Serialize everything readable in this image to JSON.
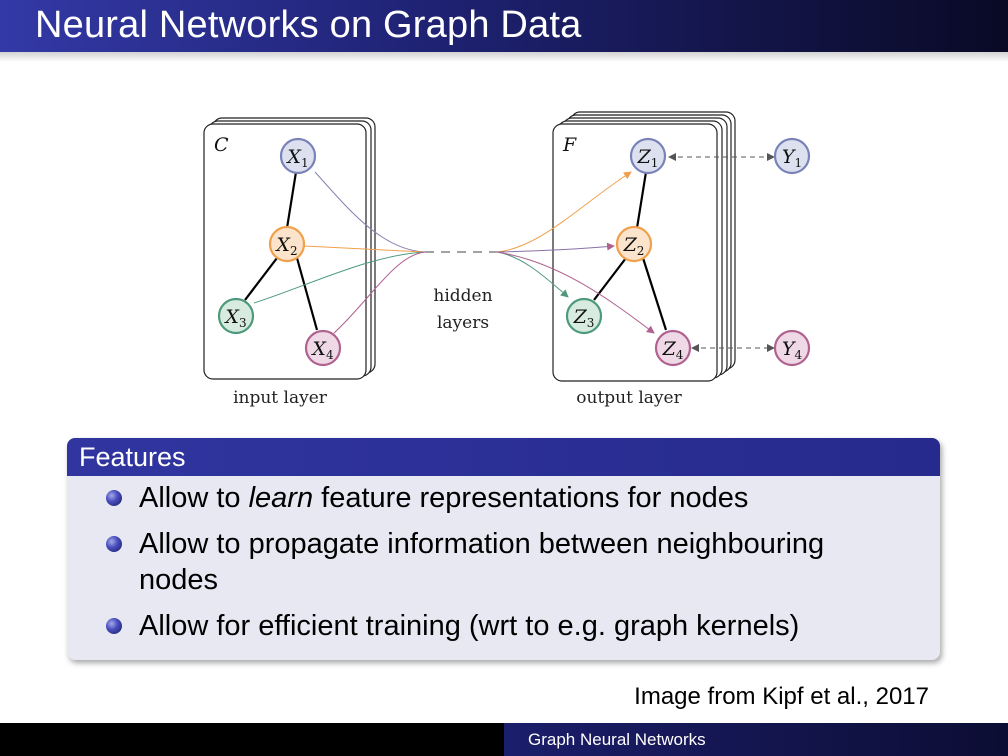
{
  "slide": {
    "title": "Neural Networks on Graph Data",
    "credit": "Image from Kipf et al., 2017",
    "footer_title": "Graph Neural Networks"
  },
  "colors": {
    "accent": "#2b2f96",
    "node_blue": "#7983b8",
    "node_orange": "#f0a04b",
    "node_green": "#4c9a7b",
    "node_purple": "#b0628f"
  },
  "diagram": {
    "input_channel_label": "C",
    "output_channel_label": "F",
    "input_layer_label": "input layer",
    "output_layer_label": "output layer",
    "hidden_label_line1": "hidden",
    "hidden_label_line2": "layers",
    "input_nodes": [
      {
        "base": "X",
        "sub": "1"
      },
      {
        "base": "X",
        "sub": "2"
      },
      {
        "base": "X",
        "sub": "3"
      },
      {
        "base": "X",
        "sub": "4"
      }
    ],
    "output_nodes": [
      {
        "base": "Z",
        "sub": "1"
      },
      {
        "base": "Z",
        "sub": "2"
      },
      {
        "base": "Z",
        "sub": "3"
      },
      {
        "base": "Z",
        "sub": "4"
      }
    ],
    "label_nodes": [
      {
        "base": "Y",
        "sub": "1"
      },
      {
        "base": "Y",
        "sub": "4"
      }
    ]
  },
  "features": {
    "heading": "Features",
    "item1_before": "Allow to ",
    "item1_emph": "learn",
    "item1_after": " feature representations for nodes",
    "item2_line1": "Allow to propagate information between neighbouring",
    "item2_line2": "nodes",
    "item3": "Allow for efficient training (wrt to e.g. graph kernels)"
  }
}
